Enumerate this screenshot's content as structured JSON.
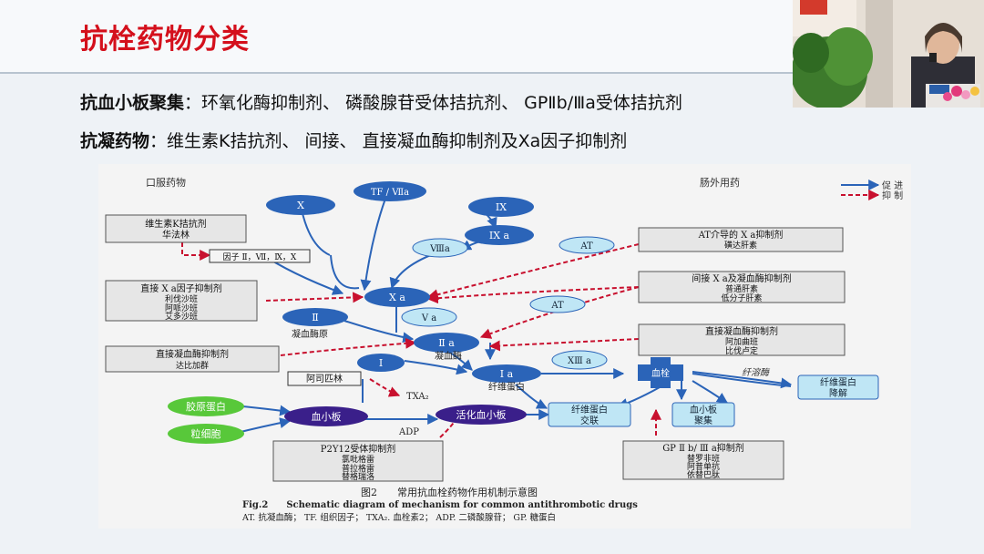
{
  "title": "抗栓药物分类",
  "line1": {
    "label": "抗血小板聚集",
    "sep": "：",
    "text": "环氧化酶抑制剂、 磷酸腺苷受体拮抗剂、 GPⅡb/Ⅲa受体拮抗剂"
  },
  "line2": {
    "label": "抗凝药物",
    "sep": "：",
    "text": "维生素K拮抗剂、 间接、 直接凝血酶抑制剂及Xa因子抑制剂"
  },
  "diagram": {
    "oral": "口服药物",
    "parenteral": "肠外用药",
    "legend_promote": "促 进",
    "legend_inhibit": "抑 制",
    "tf": "TF / Ⅶa",
    "x": "X",
    "ix": "IX",
    "ixa": "IX a",
    "viiia": "Ⅷa",
    "xa": "X a",
    "ii": "Ⅱ",
    "ii_label": "凝血酶原",
    "va": "V a",
    "iia": "Ⅱ a",
    "iia_label": "凝血酶",
    "i": "I",
    "ia": "I a",
    "ia_label": "纤维蛋白",
    "xiiia": "XⅢ a",
    "at1": "AT",
    "at2": "AT",
    "txa2": "TXA₂",
    "adp": "ADP",
    "collagen": "胶原蛋白",
    "granule": "粒细胞",
    "platelet": "血小板",
    "activated_platelet": "活化血小板",
    "fibrin_crosslink": [
      "纤维蛋白",
      "交联"
    ],
    "platelet_agg": [
      "血小板",
      "聚集"
    ],
    "thrombus": "血栓",
    "fibrinolytic": "纤溶酶",
    "fibrin_deg": [
      "纤维蛋白",
      "降解"
    ],
    "aspirin": "阿司匹林",
    "factor_box": "因子 Ⅱ，Ⅶ，Ⅸ，Ⅹ",
    "vka": [
      "维生素K拮抗剂",
      "华法林"
    ],
    "direct_xa": [
      "直接 X a因子抑制剂",
      "利伐沙班",
      "阿哌沙班",
      "艾多沙班"
    ],
    "direct_thrombin_oral": [
      "直接凝血酶抑制剂",
      "达比加群"
    ],
    "at_xa": [
      "AT介导的 X a抑制剂",
      "磺达肝素"
    ],
    "indirect": [
      "间接 X a及凝血酶抑制剂",
      "普通肝素",
      "低分子肝素"
    ],
    "direct_thrombin_par": [
      "直接凝血酶抑制剂",
      "阿加曲班",
      "比伐卢定"
    ],
    "p2y12": [
      "P2Y12受体抑制剂",
      "氯吡格雷",
      "普拉格雷",
      "替格瑞洛"
    ],
    "gp": [
      "GP Ⅱ b/ Ⅲ a抑制剂",
      "替罗非班",
      "阿昔单抗",
      "依替巴肽"
    ],
    "fig_cn": "图2　　常用抗血栓药物作用机制示意图",
    "fig_en": "Fig.2　　Schematic diagram of mechanism for common antithrombotic drugs",
    "fig_abbr": "AT. 抗凝血酶；  TF. 组织因子；  TXA₂. 血栓素2；  ADP. 二磷酸腺苷；  GP. 糖蛋白"
  },
  "colors": {
    "title": "#d4101c",
    "node_blue": "#2b64b8",
    "node_light": "#bfe6f5",
    "inhibit": "#c8102e",
    "promote": "#2b64b8",
    "green": "#58c83a",
    "purple": "#3a1f8a"
  }
}
